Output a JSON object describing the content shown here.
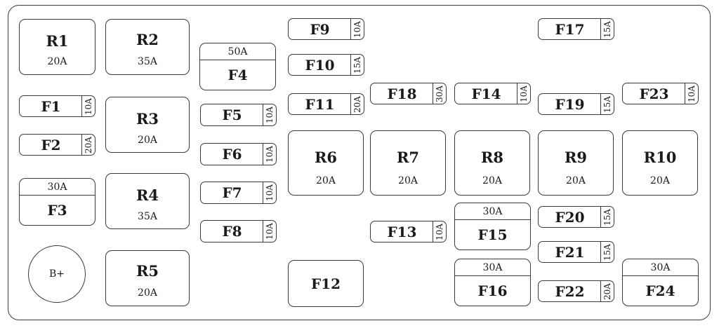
{
  "relays": {
    "R1": {
      "name": "R1",
      "amp": "20A"
    },
    "R2": {
      "name": "R2",
      "amp": "35A"
    },
    "R3": {
      "name": "R3",
      "amp": "20A"
    },
    "R4": {
      "name": "R4",
      "amp": "35A"
    },
    "R5": {
      "name": "R5",
      "amp": "20A"
    },
    "R6": {
      "name": "R6",
      "amp": "20A"
    },
    "R7": {
      "name": "R7",
      "amp": "20A"
    },
    "R8": {
      "name": "R8",
      "amp": "20A"
    },
    "R9": {
      "name": "R9",
      "amp": "20A"
    },
    "R10": {
      "name": "R10",
      "amp": "20A"
    }
  },
  "fuses": {
    "F1": {
      "name": "F1",
      "amp": "10A"
    },
    "F2": {
      "name": "F2",
      "amp": "20A"
    },
    "F5": {
      "name": "F5",
      "amp": "10A"
    },
    "F6": {
      "name": "F6",
      "amp": "10A"
    },
    "F7": {
      "name": "F7",
      "amp": "10A"
    },
    "F8": {
      "name": "F8",
      "amp": "10A"
    },
    "F9": {
      "name": "F9",
      "amp": "10A"
    },
    "F10": {
      "name": "F10",
      "amp": "15A"
    },
    "F11": {
      "name": "F11",
      "amp": "20A"
    },
    "F13": {
      "name": "F13",
      "amp": "10A"
    },
    "F14": {
      "name": "F14",
      "amp": "10A"
    },
    "F17": {
      "name": "F17",
      "amp": "15A"
    },
    "F18": {
      "name": "F18",
      "amp": "30A"
    },
    "F19": {
      "name": "F19",
      "amp": "15A"
    },
    "F20": {
      "name": "F20",
      "amp": "15A"
    },
    "F21": {
      "name": "F21",
      "amp": "15A"
    },
    "F22": {
      "name": "F22",
      "amp": "20A"
    },
    "F23": {
      "name": "F23",
      "amp": "10A"
    }
  },
  "cartridge_fuses": {
    "F3": {
      "name": "F3",
      "amp": "30A"
    },
    "F4": {
      "name": "F4",
      "amp": "50A"
    },
    "F15": {
      "name": "F15",
      "amp": "30A"
    },
    "F16": {
      "name": "F16",
      "amp": "30A"
    },
    "F24": {
      "name": "F24",
      "amp": "30A"
    }
  },
  "large_fuses": {
    "F12": {
      "name": "F12"
    }
  },
  "terminal": {
    "label": "B+"
  }
}
